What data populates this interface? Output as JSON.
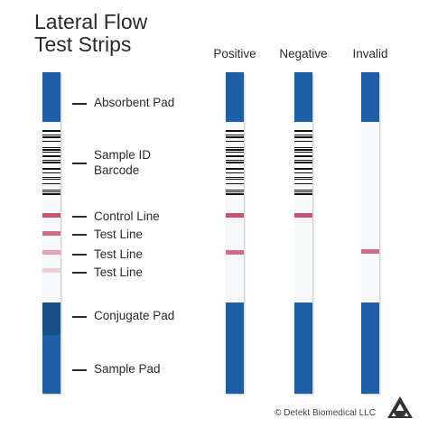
{
  "title": {
    "line1": "Lateral Flow",
    "line2": "Test Strips"
  },
  "labels": {
    "absorbent_pad": "Absorbent Pad",
    "barcode_line1": "Sample ID",
    "barcode_line2": "Barcode",
    "control_line": "Control Line",
    "test_line_1": "Test Line",
    "test_line_2": "Test Line",
    "test_line_3": "Test Line",
    "conjugate_pad": "Conjugate Pad",
    "sample_pad": "Sample Pad"
  },
  "columns": {
    "positive": "Positive",
    "negative": "Negative",
    "invalid": "Invalid"
  },
  "footer": "© Detekt Biomedical LLC",
  "colors": {
    "pad_blue": "#1d5fa6",
    "conjugate_blue": "#154f86",
    "control_line": "#c9536e",
    "test_line_strong": "#cf6d86",
    "test_line_medium": "#e6a3b2",
    "test_line_faint": "#f0d0d8"
  }
}
